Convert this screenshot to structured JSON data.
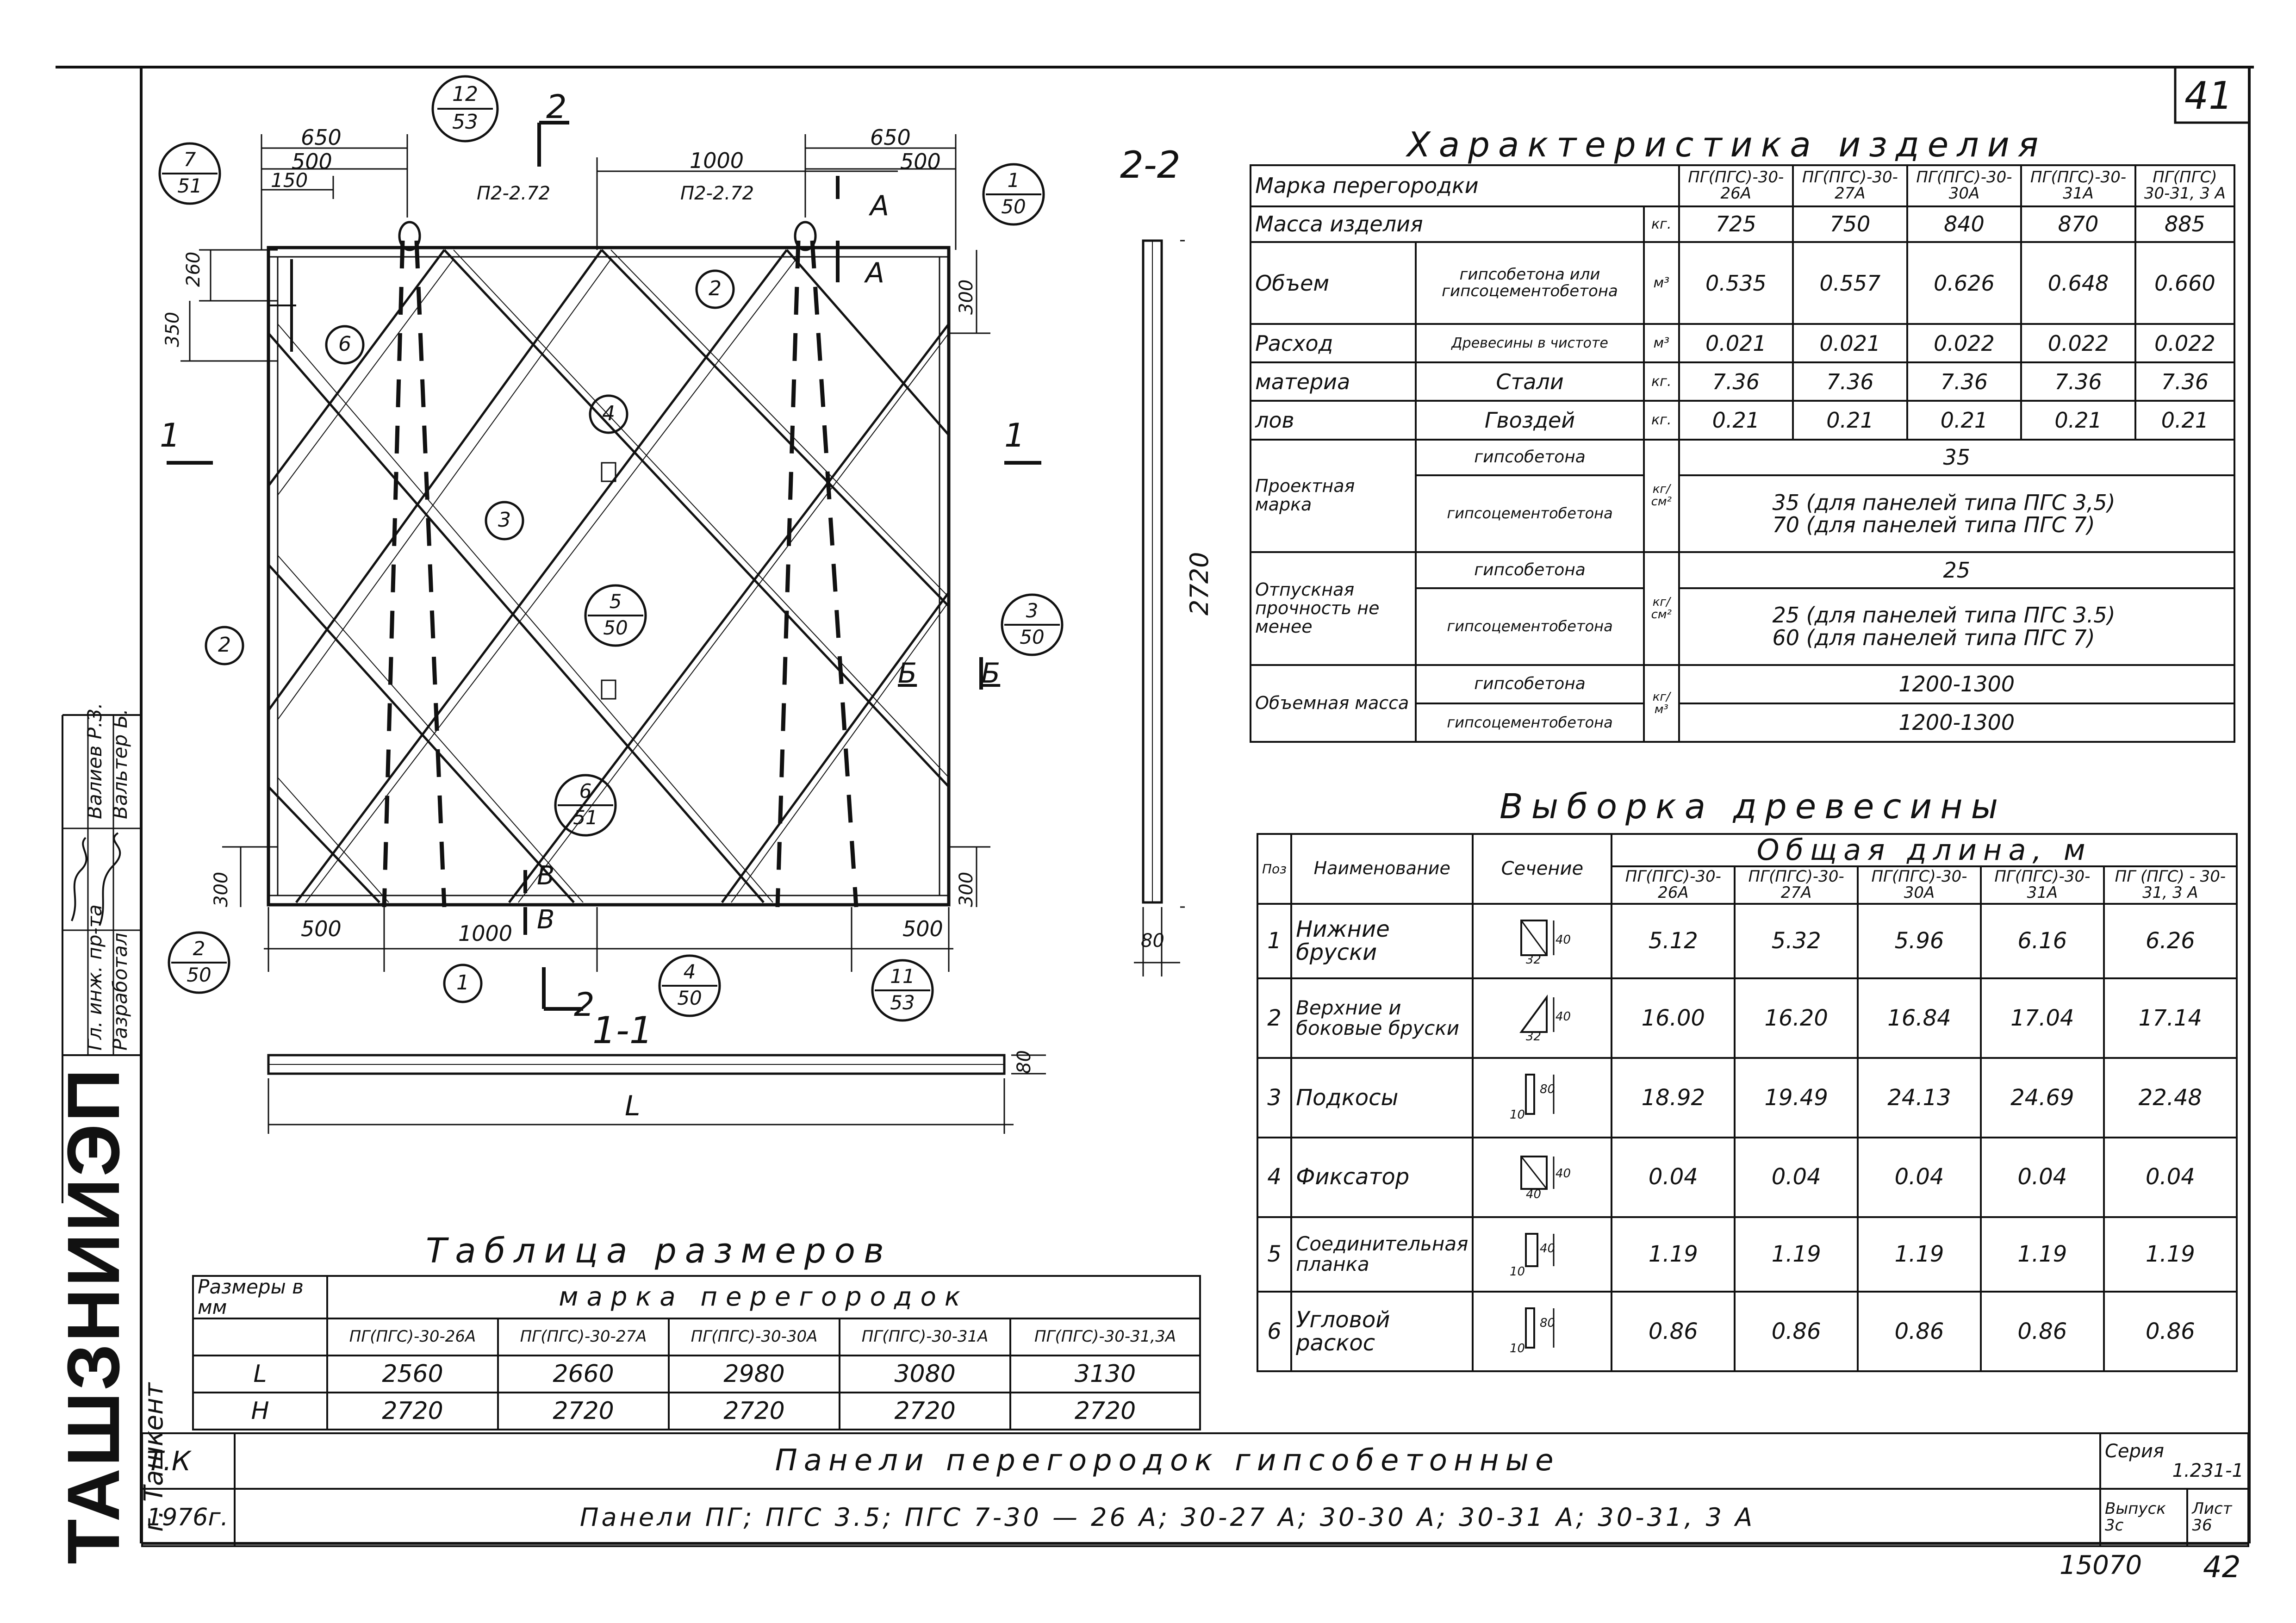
{
  "sheet": {
    "number_top": "41",
    "number_bottom": "42",
    "archive_number": "15070",
    "organization": "ТАШЗНИИЭП",
    "city": "г. Ташкент",
    "signatures": [
      {
        "role": "Гл. инж. пр-та",
        "name": "Валиев Р.З."
      },
      {
        "role": "Разработал",
        "name": "Вальтер Б."
      }
    ]
  },
  "title_block": {
    "org_code": "Т.К",
    "year": "1976г.",
    "title1": "Панели перегородок гипсобетонные",
    "title2": "Панели ПГ; ПГС 3.5; ПГС 7-30 — 26 А; 30-27 А; 30-30 А; 30-31 А; 30-31, 3 А",
    "series_label": "Серия",
    "series_value": "1.231-1",
    "issue_label": "Выпуск",
    "issue_value": "3с",
    "sheet_label": "Лист",
    "sheet_value": "36"
  },
  "drawing": {
    "dims_top_left": [
      "650",
      "500",
      "150"
    ],
    "dims_top_center": "1000",
    "dims_top_right": [
      "650",
      "500"
    ],
    "dims_left": [
      "260",
      "350"
    ],
    "dims_right_top": "300",
    "dims_right_bottom": "300",
    "dims_left_bottom": "300",
    "dims_bottom": [
      "500",
      "1000",
      "500"
    ],
    "loop_labels": [
      "П2-2.72",
      "П2-2.72"
    ],
    "section_2_2": "2-2",
    "section_1_1": "1-1",
    "section_marks": [
      "1",
      "1",
      "2",
      "2",
      "А",
      "А",
      "Б",
      "Б",
      "В",
      "В"
    ],
    "height_2720": "2720",
    "dim_80": "80",
    "length_L": "L",
    "callouts_double": [
      {
        "top": "12",
        "bottom": "53"
      },
      {
        "top": "7",
        "bottom": "51"
      },
      {
        "top": "1",
        "bottom": "50"
      },
      {
        "top": "5",
        "bottom": "50"
      },
      {
        "top": "3",
        "bottom": "50"
      },
      {
        "top": "6",
        "bottom": "51"
      },
      {
        "top": "2",
        "bottom": "50"
      },
      {
        "top": "4",
        "bottom": "50"
      },
      {
        "top": "11",
        "bottom": "53"
      }
    ],
    "callouts_single": [
      "2",
      "6",
      "4",
      "3",
      "2",
      "1"
    ]
  },
  "characteristics": {
    "title": "Характеристика изделия",
    "col_header": "Марка перегородки",
    "marks": [
      "ПГ(ПГС)-30-26А",
      "ПГ(ПГС)-30-27А",
      "ПГ(ПГС)-30-30А",
      "ПГ(ПГС)-30-31А",
      "ПГ(ПГС) 30-31, 3 А"
    ],
    "rows": [
      {
        "label": "Масса изделия",
        "unit": "кг.",
        "values": [
          "725",
          "750",
          "840",
          "870",
          "885"
        ]
      },
      {
        "label": "Объем",
        "sub": "гипсобетона или гипсоцементобетона",
        "unit": "м³",
        "values": [
          "0.535",
          "0.557",
          "0.626",
          "0.648",
          "0.660"
        ]
      },
      {
        "label": "Расход",
        "sub": "Древесины в чистоте",
        "unit": "м³",
        "values": [
          "0.021",
          "0.021",
          "0.022",
          "0.022",
          "0.022"
        ]
      },
      {
        "label": "материа",
        "sub": "Стали",
        "unit": "кг.",
        "values": [
          "7.36",
          "7.36",
          "7.36",
          "7.36",
          "7.36"
        ]
      },
      {
        "label": "лов",
        "sub": "Гвоздей",
        "unit": "кг.",
        "values": [
          "0.21",
          "0.21",
          "0.21",
          "0.21",
          "0.21"
        ]
      }
    ],
    "design_grade": {
      "label": "Проектная марка",
      "gypsum": "гипсобетона",
      "gypsum_value": "35",
      "cement": "гипсоцементобетона",
      "unit": "кг/см²",
      "cement_values": [
        "35 (для панелей типа ПГС 3,5)",
        "70 (для панелей типа ПГС 7)"
      ]
    },
    "release_strength": {
      "label": "Отпускная прочность не менее",
      "gypsum": "гипсобетона",
      "gypsum_value": "25",
      "cement": "гипсоцементобетона",
      "unit": "кг/см²",
      "cement_values": [
        "25 (для панелей типа ПГС 3.5)",
        "60 (для панелей типа ПГС 7)"
      ]
    },
    "bulk_mass": {
      "label": "Объемная масса",
      "gypsum": "гипсобетона",
      "cement": "гипсоцементобетона",
      "unit": "кг/м³",
      "gypsum_value": "1200-1300",
      "cement_value": "1200-1300"
    }
  },
  "timber": {
    "title": "Выборка древесины",
    "header_total": "Общая длина, м",
    "col_pos": "Поз",
    "col_name": "Наименование",
    "col_section": "Сечение",
    "marks": [
      "ПГ(ПГС)-30-26А",
      "ПГ(ПГС)-30-27А",
      "ПГ(ПГС)-30-30А",
      "ПГ(ПГС)-30-31А",
      "ПГ (ПГС) - 30-31, 3 А"
    ],
    "rows": [
      {
        "pos": "1",
        "name": "Нижние бруски",
        "sec": [
          "40",
          "32"
        ],
        "values": [
          "5.12",
          "5.32",
          "5.96",
          "6.16",
          "6.26"
        ]
      },
      {
        "pos": "2",
        "name": "Верхние и боковые бруски",
        "sec": [
          "40",
          "32"
        ],
        "values": [
          "16.00",
          "16.20",
          "16.84",
          "17.04",
          "17.14"
        ]
      },
      {
        "pos": "3",
        "name": "Подкосы",
        "sec": [
          "80",
          "10"
        ],
        "values": [
          "18.92",
          "19.49",
          "24.13",
          "24.69",
          "22.48"
        ]
      },
      {
        "pos": "4",
        "name": "Фиксатор",
        "sec": [
          "40",
          "40"
        ],
        "values": [
          "0.04",
          "0.04",
          "0.04",
          "0.04",
          "0.04"
        ]
      },
      {
        "pos": "5",
        "name": "Соединительная планка",
        "sec": [
          "40",
          "10"
        ],
        "values": [
          "1.19",
          "1.19",
          "1.19",
          "1.19",
          "1.19"
        ]
      },
      {
        "pos": "6",
        "name": "Угловой раскос",
        "sec": [
          "80",
          "10"
        ],
        "values": [
          "0.86",
          "0.86",
          "0.86",
          "0.86",
          "0.86"
        ]
      }
    ]
  },
  "sizes": {
    "title": "Таблица размеров",
    "header1": "Размеры в мм",
    "header2": "марка перегородок",
    "marks": [
      "ПГ(ПГС)-30-26А",
      "ПГ(ПГС)-30-27А",
      "ПГ(ПГС)-30-30А",
      "ПГ(ПГС)-30-31А",
      "ПГ(ПГС)-30-31,3А"
    ],
    "rows": [
      {
        "label": "L",
        "values": [
          "2560",
          "2660",
          "2980",
          "3080",
          "3130"
        ]
      },
      {
        "label": "H",
        "values": [
          "2720",
          "2720",
          "2720",
          "2720",
          "2720"
        ]
      }
    ]
  }
}
